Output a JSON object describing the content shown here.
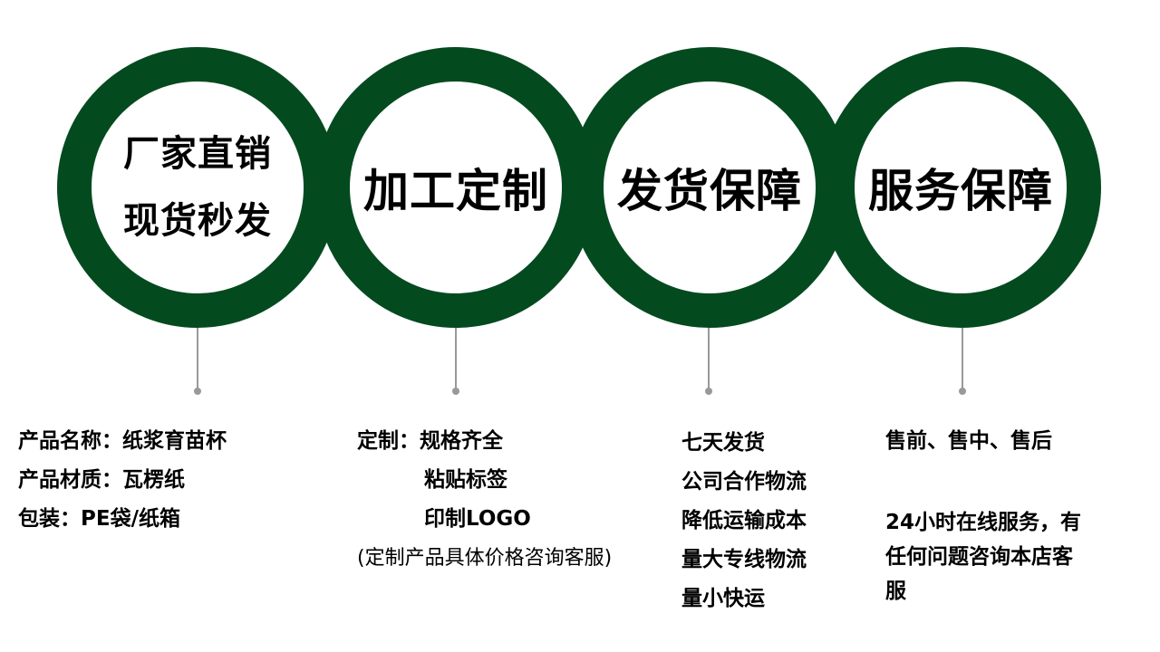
{
  "circles": [
    {
      "lines": [
        "厂家直销",
        "现货秒发"
      ]
    },
    {
      "lines": [
        "加工定制"
      ]
    },
    {
      "lines": [
        "发货保障"
      ]
    },
    {
      "lines": [
        "服务保障"
      ]
    }
  ],
  "info": {
    "product": {
      "name": "产品名称：纸浆育苗杯",
      "material": "产品材质：瓦楞纸",
      "packaging": "包装：PE袋/纸箱"
    },
    "custom": {
      "line1": "定制：规格齐全",
      "line2": "粘贴标签",
      "line3": "印制LOGO",
      "note": "(定制产品具体价格咨询客服)"
    },
    "shipping": [
      "七天发货",
      "公司合作物流",
      "降低运输成本",
      "量大专线物流",
      "量小快运"
    ],
    "service": {
      "line1": "售前、售中、售后",
      "detail": [
        "24小时在线服务，有",
        "任何问题咨询本店客",
        "服"
      ]
    }
  },
  "colors": {
    "ring": "#044a1f",
    "connector": "#999999"
  }
}
